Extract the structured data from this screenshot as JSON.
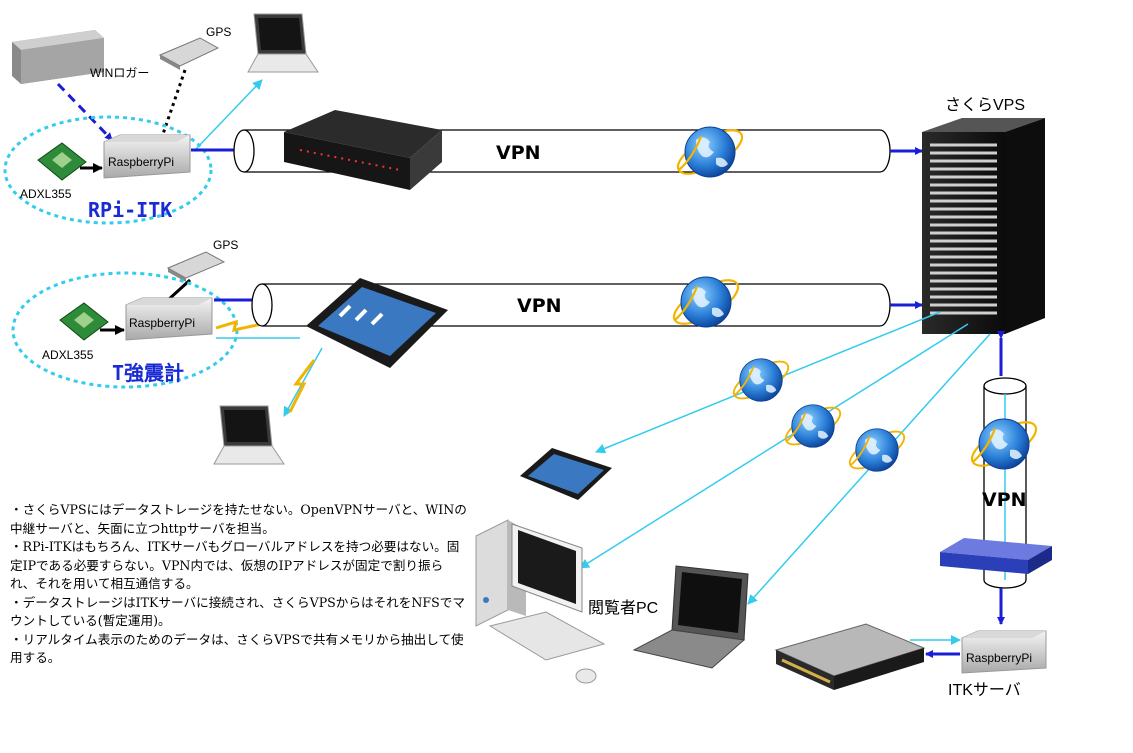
{
  "labels": {
    "win_logger": "WINロガー",
    "gps_top": "GPS",
    "gps_mid": "GPS",
    "adxl_top": "ADXL355",
    "adxl_mid": "ADXL355",
    "rpi_top": "RaspberryPi",
    "rpi_mid": "RaspberryPi",
    "rpi_itk": "RaspberryPi",
    "system_top": "RPi-ITK",
    "system_mid": "T強震計",
    "vpn_top": "VPN",
    "vpn_mid": "VPN",
    "vpn_right": "VPN",
    "sakura_vps": "さくらVPS",
    "viewer_pc": "閲覧者PC",
    "itk_server": "ITKサーバ"
  },
  "notes": [
    "・さくらVPSにはデータストレージを持たせない。OpenVPNサーバと、WINの中継サーバと、矢面に立つhttpサーバを担当。",
    "・RPi-ITKはもちろん、ITKサーバもグローバルアドレスを持つ必要はない。固定IPである必要すらない。VPN内では、仮想のIPアドレスが固定で割り振られ、それを用いて相互通信する。",
    "・データストレージはITKサーバに接続され、さくらVPSからはそれをNFSでマウントしている(暫定運用)。",
    "・リアルタイム表示のためのデータは、さくらVPSで共有メモリから抽出して使用する。"
  ],
  "colors": {
    "link_blue": "#1a1fd6",
    "wireless_cyan": "#33ccee",
    "system_label": "#1a2bd4",
    "globe_blue": "#1f6fd0",
    "globe_ring": "#f2b400"
  }
}
